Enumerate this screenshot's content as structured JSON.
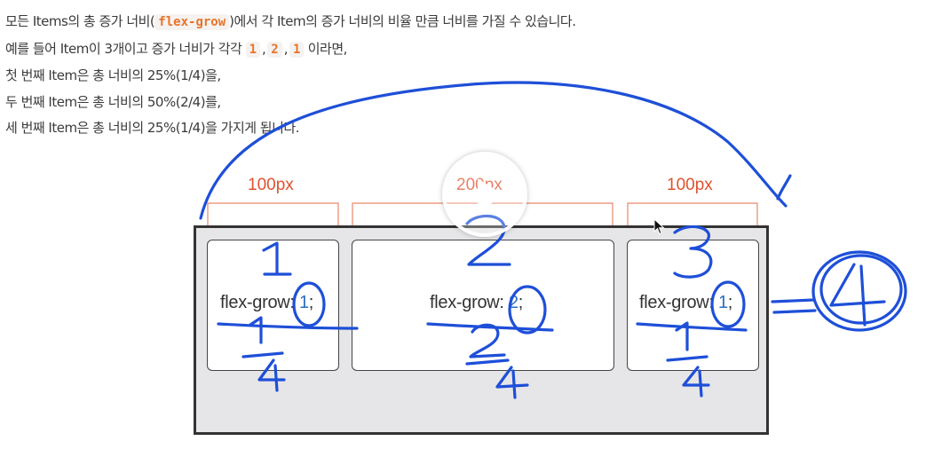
{
  "paragraph": {
    "line1": {
      "pre": "모든 Items의 총 증가 너비(",
      "code": "flex-grow",
      "post": ")에서 각 Item의 증가 너비의 비율 만큼 너비를 가질 수 있습니다."
    },
    "line2": {
      "pre": "예를 들어 Item이 3개이고 증가 너비가 각각 ",
      "v1": "1",
      "sep1": ",",
      "v2": "2",
      "sep2": ",",
      "v3": "1",
      "post": " 이라면,"
    },
    "line3": "첫 번째 Item은 총 너비의 25%(1/4)을,",
    "line4": "두 번째 Item은 총 너비의 50%(2/4)를,",
    "line5": "세 번째 Item은 총 너비의 25%(1/4)을 가지게 됩니다."
  },
  "diagram": {
    "widths": [
      "100px",
      "200px",
      "100px"
    ],
    "items": [
      {
        "prop": "flex-grow:",
        "value": "1",
        "semi": ";"
      },
      {
        "prop": "flex-grow:",
        "value": "2",
        "semi": ";"
      },
      {
        "prop": "flex-grow:",
        "value": "1",
        "semi": ";"
      }
    ]
  },
  "colors": {
    "text": "#3a3a3a",
    "code": "#e8742a",
    "width_label": "#e0522f",
    "value": "#2a6fc2",
    "ink": "#1e4fd8",
    "container_bg": "#e6e6e8"
  },
  "icons": [
    "play-icon",
    "mouse-cursor-icon"
  ]
}
